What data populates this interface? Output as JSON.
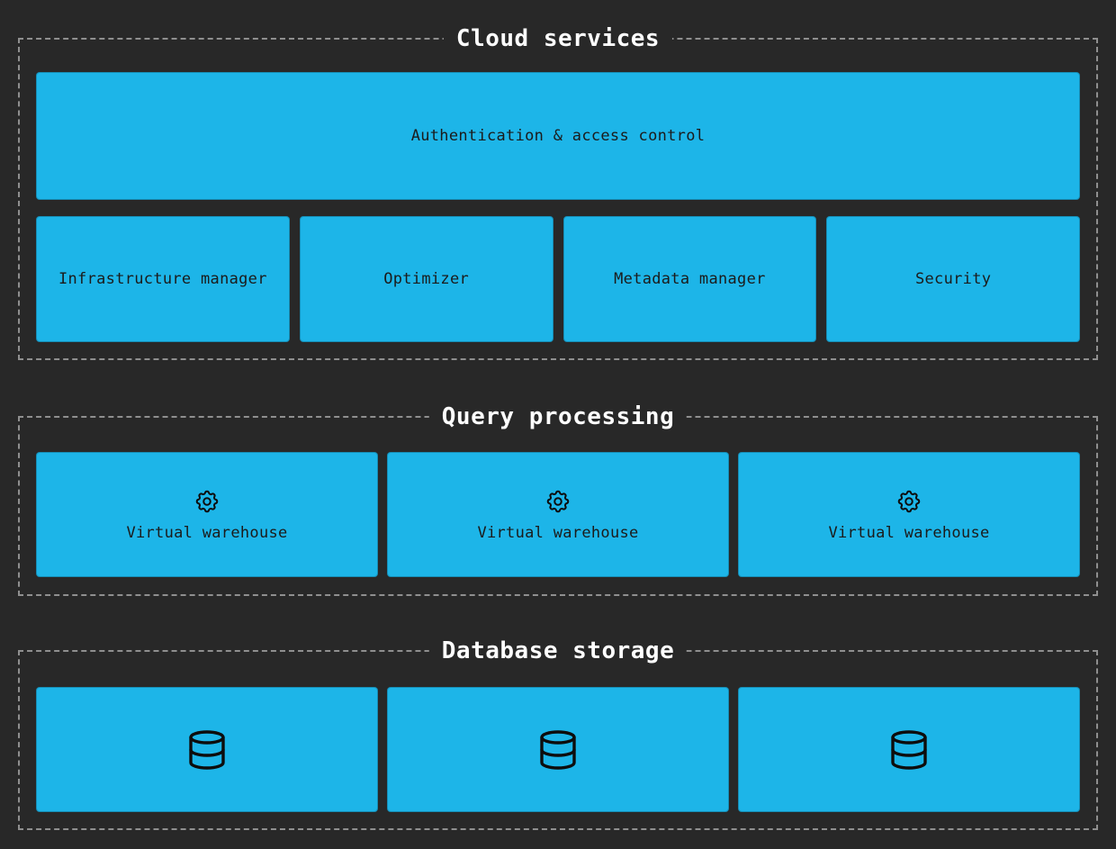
{
  "colors": {
    "background": "#282828",
    "box_fill": "#1db5e8",
    "dashed_border": "#8f8f8f",
    "title_text": "#ffffff",
    "box_text": "#1b1b1b",
    "icon_stroke": "#0d0d0d"
  },
  "sections": [
    {
      "title": "Cloud services",
      "wide_box": {
        "label": "Authentication & access control"
      },
      "boxes": [
        {
          "label": "Infrastructure manager"
        },
        {
          "label": "Optimizer"
        },
        {
          "label": "Metadata manager"
        },
        {
          "label": "Security"
        }
      ]
    },
    {
      "title": "Query processing",
      "boxes": [
        {
          "icon": "gear-icon",
          "label": "Virtual warehouse"
        },
        {
          "icon": "gear-icon",
          "label": "Virtual warehouse"
        },
        {
          "icon": "gear-icon",
          "label": "Virtual warehouse"
        }
      ]
    },
    {
      "title": "Database storage",
      "boxes": [
        {
          "icon": "database-icon"
        },
        {
          "icon": "database-icon"
        },
        {
          "icon": "database-icon"
        }
      ]
    }
  ]
}
